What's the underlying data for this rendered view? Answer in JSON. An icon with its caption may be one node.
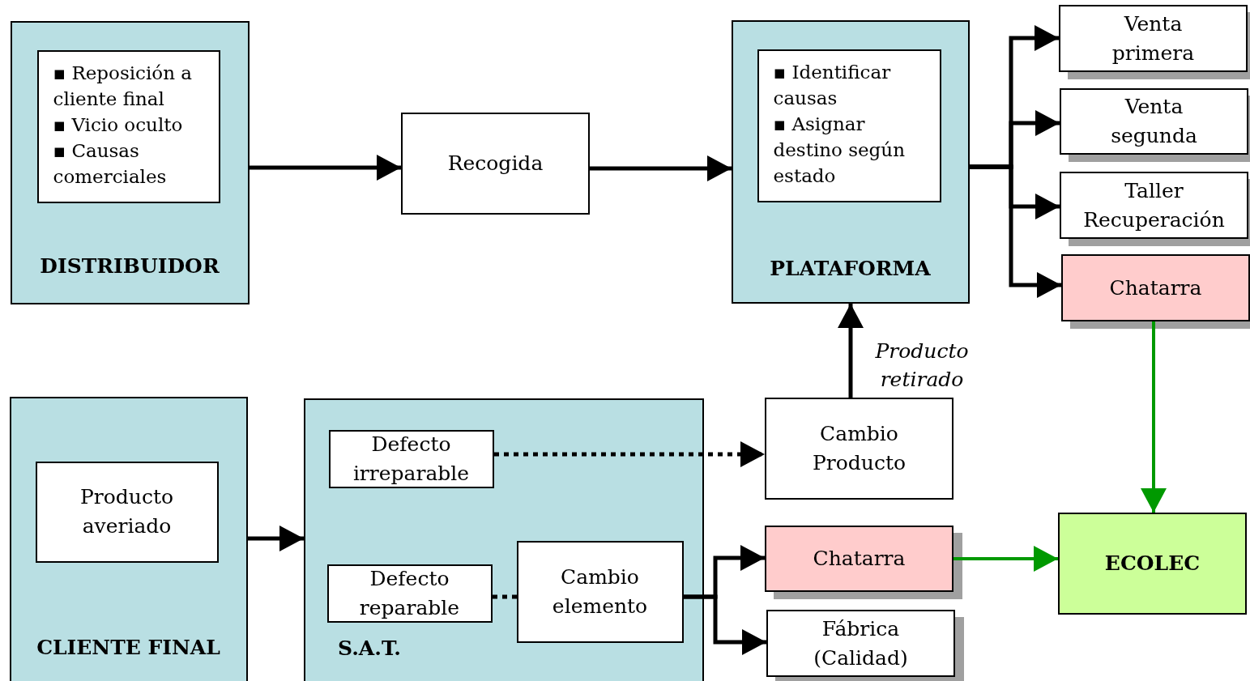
{
  "diagram": {
    "nodes": [
      {
        "text": [
          "DISTRIBUIDOR"
        ]
      },
      {
        "text": [
          "▪ Reposición a cliente final",
          "▪ Vicio oculto",
          "▪ Causas comerciales"
        ],
        "in": 0
      },
      {
        "text": [
          "Recogida"
        ]
      },
      {
        "text": [
          "PLATAFORMA"
        ]
      },
      {
        "text": [
          "▪ Identificar causas",
          "▪ Asignar destino según estado"
        ],
        "in": 3
      },
      {
        "text": [
          "Venta primera"
        ]
      },
      {
        "text": [
          "Venta segunda"
        ]
      },
      {
        "text": [
          "Taller Recuperación"
        ]
      },
      {
        "text": [
          "Chatarra"
        ]
      },
      {
        "text": [
          "CLIENTE FINAL"
        ]
      },
      {
        "text": [
          "Producto averiado"
        ],
        "in": 9
      },
      {
        "text": [
          "S.A.T."
        ]
      },
      {
        "text": [
          "Defecto irreparable"
        ],
        "in": 11
      },
      {
        "text": [
          "Defecto reparable"
        ],
        "in": 11
      },
      {
        "text": [
          "Cambio elemento"
        ],
        "in": 11
      },
      {
        "text": [
          "Cambio Producto"
        ]
      },
      {
        "text": [
          "Chatarra"
        ]
      },
      {
        "text": [
          "Fábrica (Calidad)"
        ]
      },
      {
        "text": [
          "ECOLEC"
        ]
      }
    ],
    "edges": [
      {
        "from": 0,
        "to": 2,
        "arrow": "to"
      },
      {
        "from": 2,
        "to": 3,
        "arrow": "to"
      },
      {
        "from": 3,
        "to": 5,
        "arrow": "to"
      },
      {
        "from": 3,
        "to": 6,
        "arrow": "to"
      },
      {
        "from": 3,
        "to": 7,
        "arrow": "to"
      },
      {
        "from": 3,
        "to": 8,
        "arrow": "to"
      },
      {
        "from": 8,
        "to": 18,
        "arrow": "to",
        "color": "#009900"
      },
      {
        "from": 9,
        "to": 11,
        "arrow": "to"
      },
      {
        "from": 12,
        "to": 15,
        "arrow": "to",
        "style": "dashed"
      },
      {
        "from": 13,
        "to": 14,
        "arrow": "none",
        "style": "dashed"
      },
      {
        "from": 14,
        "to": 16,
        "arrow": "to"
      },
      {
        "from": 14,
        "to": 17,
        "arrow": "to"
      },
      {
        "from": 15,
        "to": 3,
        "arrow": "to",
        "label": "Producto retirado"
      },
      {
        "from": 16,
        "to": 18,
        "arrow": "to",
        "color": "#009900"
      }
    ]
  }
}
